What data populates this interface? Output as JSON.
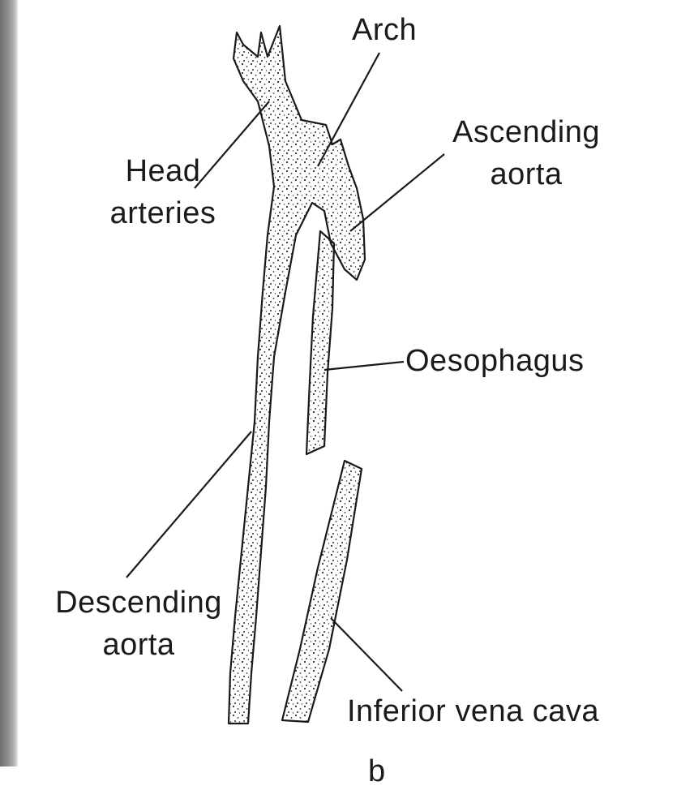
{
  "labels": {
    "arch": "Arch",
    "ascending_aorta_line1": "Ascending",
    "ascending_aorta_line2": "aorta",
    "head_arteries_line1": "Head",
    "head_arteries_line2": "arteries",
    "oesophagus": "Oesophagus",
    "descending_aorta_line1": "Descending",
    "descending_aorta_line2": "aorta",
    "inferior_vena_cava": "Inferior vena cava"
  },
  "figure_letter": "b",
  "colors": {
    "ink": "#1a1a1a",
    "vessel_fill": "#f4f1ec",
    "stipple": "#2a2a2a"
  }
}
